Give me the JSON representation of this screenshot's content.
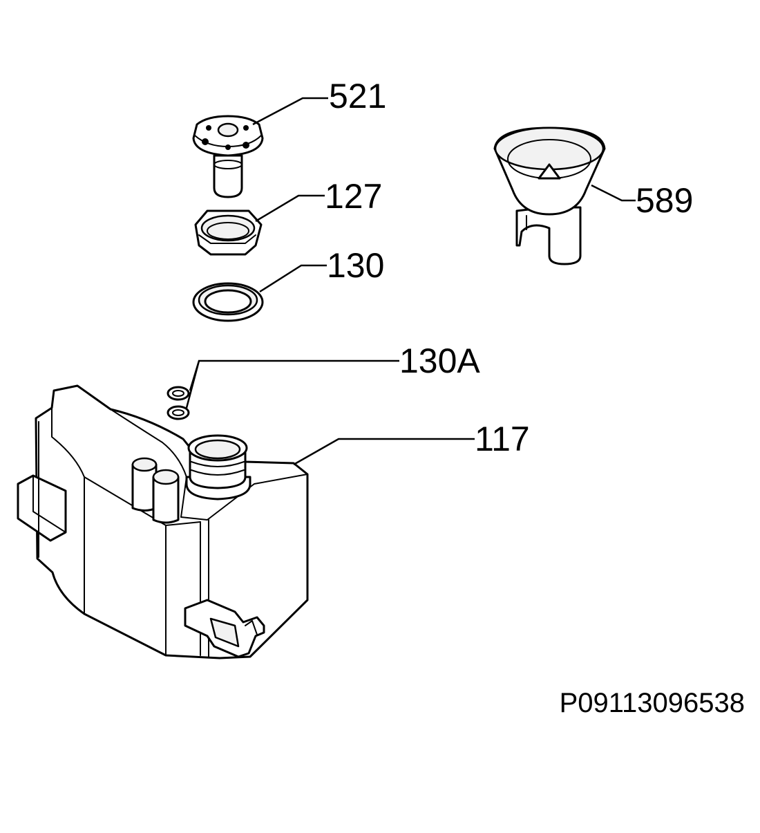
{
  "callouts": {
    "part_521": "521",
    "part_127": "127",
    "part_130": "130",
    "part_130a": "130A",
    "part_589": "589",
    "part_117": "117"
  },
  "drawing_code": "P09113096538"
}
